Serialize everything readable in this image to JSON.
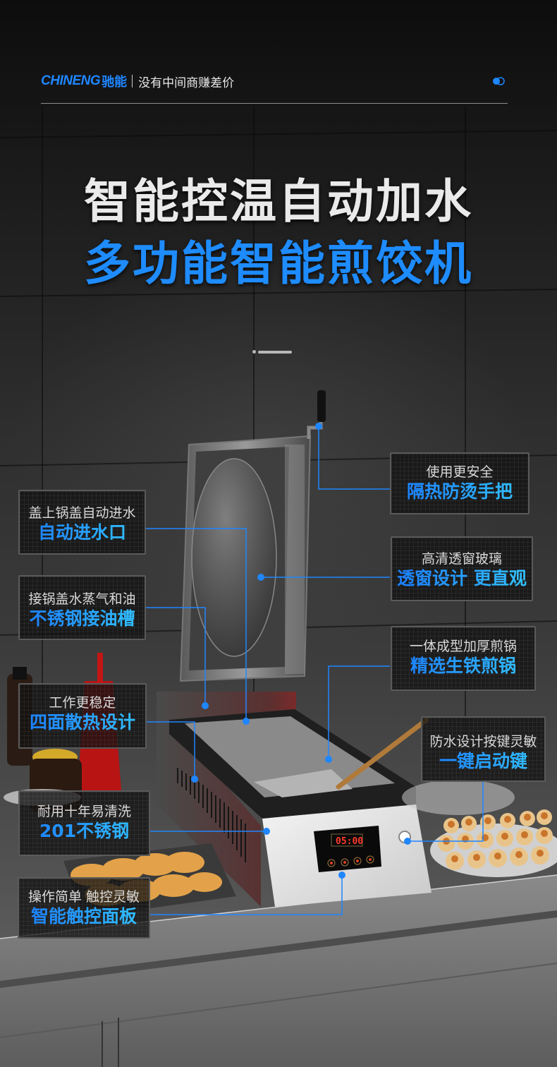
{
  "header": {
    "brand_logo": "CHINENG",
    "brand_cn": "驰能",
    "slogan": "没有中间商赚差价",
    "accent_color": "#1f86ff"
  },
  "hero": {
    "title_line1": "智能控温自动加水",
    "title_line2": "多功能智能煎饺机"
  },
  "product": {
    "display_time": "05:00",
    "control_buttons": [
      "power",
      "plus",
      "minus",
      "settings"
    ]
  },
  "callouts": [
    {
      "id": "handle",
      "sub": "使用更安全",
      "main": "隔热防烫手把"
    },
    {
      "id": "water-inlet",
      "sub": "盖上锅盖自动进水",
      "main": "自动进水口"
    },
    {
      "id": "window",
      "sub": "高清透窗玻璃",
      "main": "透窗设计 更直观"
    },
    {
      "id": "oil-tray",
      "sub": "接锅盖水蒸气和油",
      "main": "不锈钢接油槽"
    },
    {
      "id": "pan",
      "sub": "一体成型加厚煎锅",
      "main": "精选生铁煎锅"
    },
    {
      "id": "heat",
      "sub": "工作更稳定",
      "main": "四面散热设计"
    },
    {
      "id": "start-key",
      "sub": "防水设计按键灵敏",
      "main": "一键启动键"
    },
    {
      "id": "steel",
      "sub": "耐用十年易清洗",
      "main": "201不锈钢"
    },
    {
      "id": "panel",
      "sub": "操作简单 触控灵敏",
      "main": "智能触控面板"
    }
  ]
}
